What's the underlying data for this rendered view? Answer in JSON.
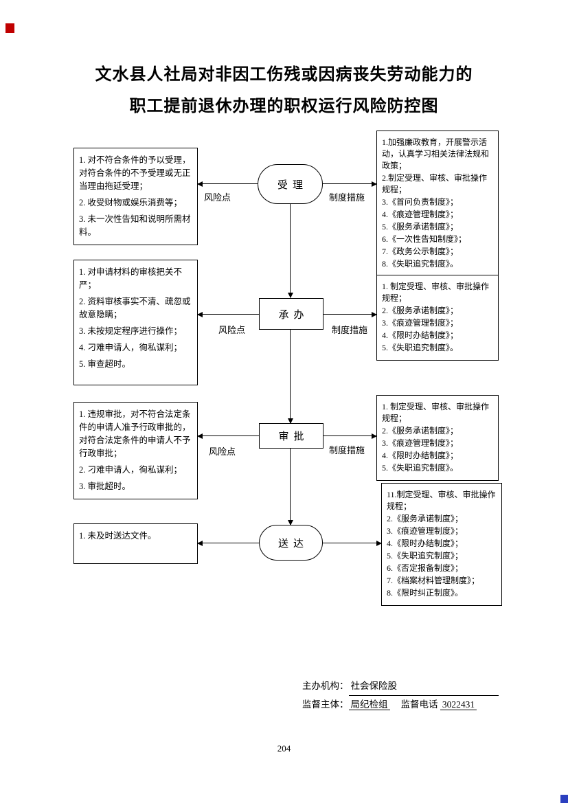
{
  "page": {
    "title_line1": "文水县人社局对非因工伤残或因病丧失劳动能力的",
    "title_line2": "职工提前退休办理的职权运行风险防控图",
    "page_number": "204"
  },
  "labels": {
    "risk_point": "风险点",
    "measures": "制度措施"
  },
  "stages": [
    {
      "name": "受理",
      "risks": [
        "1. 对不符合条件的予以受理，对符合条件的不予受理或无正当理由拖延受理；",
        "2. 收受财物或娱乐消费等；",
        "3. 未一次性告知和说明所需材料。"
      ],
      "measures": [
        "1.加强廉政教育，开展警示活动，认真学习相关法律法规和政策；",
        "2.制定受理、审核、审批操作规程；",
        "3.《首问负责制度》；",
        "4.《痕迹管理制度》；",
        "5.《服务承诺制度》；",
        "6.《一次性告知制度》；",
        "7.《政务公示制度》；",
        "8.《失职追究制度》。"
      ]
    },
    {
      "name": "承办",
      "risks": [
        "1. 对申请材料的审核把关不严；",
        "2. 资料审核事实不清、疏忽或故意隐瞒；",
        "3. 未按规定程序进行操作；",
        "4. 刁难申请人，徇私谋利；",
        "5. 审查超时。"
      ],
      "measures": [
        "1. 制定受理、审核、审批操作规程；",
        "2.《服务承诺制度》；",
        "3.《痕迹管理制度》；",
        "4.《限时办结制度》；",
        "5.《失职追究制度》。"
      ]
    },
    {
      "name": "审批",
      "risks": [
        "1. 违规审批，对不符合法定条件的申请人准予行政审批的，对符合法定条件的申请人不予行政审批；",
        "2. 刁难申请人，徇私谋利；",
        "3. 审批超时。"
      ],
      "measures": [
        "1. 制定受理、审核、审批操作规程；",
        "2.《服务承诺制度》；",
        "3.《痕迹管理制度》；",
        "4.《限时办结制度》；",
        "5.《失职追究制度》。"
      ]
    },
    {
      "name": "送达",
      "risks": [
        "1. 未及时送达文件。"
      ],
      "measures": [
        "11.制定受理、审核、审批操作规程；",
        "2.《服务承诺制度》；",
        "3.《痕迹管理制度》；",
        "4.《限时办结制度》；",
        "5.《失职追究制度》；",
        "6.《否定报备制度》；",
        "7.《档案材料管理制度》；",
        "8.《限时纠正制度》。"
      ]
    }
  ],
  "footer": {
    "organizer_label": "主办机构：",
    "organizer_value": "社会保险股",
    "supervisor_label": "监督主体：",
    "supervisor_value": "局纪检组",
    "phone_label": "监督电话",
    "phone_value": "3022431"
  }
}
